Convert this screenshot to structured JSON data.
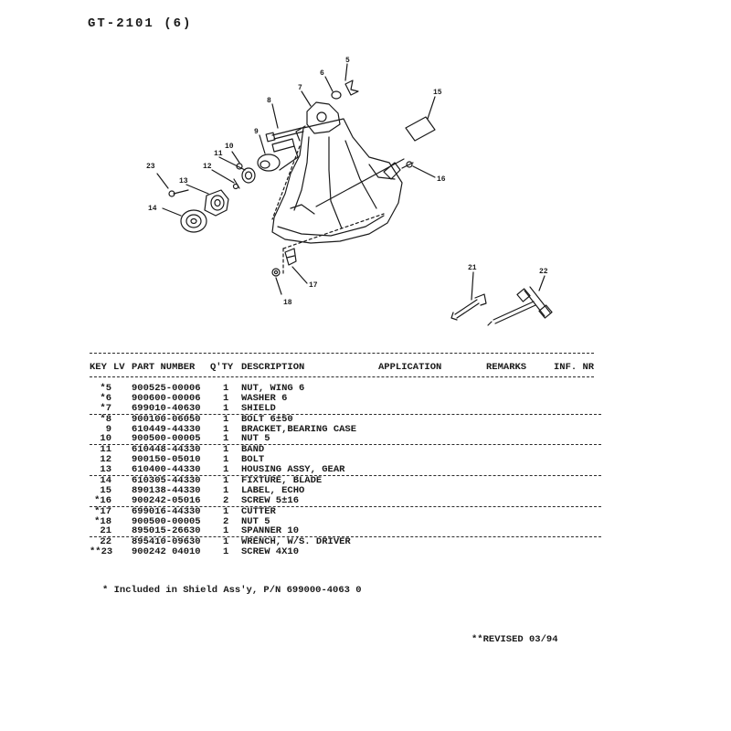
{
  "page_code": "GT-2101  (6)",
  "diagram": {
    "callouts": {
      "c5": "5",
      "c6": "6",
      "c7": "7",
      "c8": "8",
      "c9": "9",
      "c10": "10",
      "c11": "11",
      "c12": "12",
      "c13": "13",
      "c14": "14",
      "c15": "15",
      "c16": "16",
      "c17": "17",
      "c18": "18",
      "c21": "21",
      "c22": "22",
      "c23": "23"
    }
  },
  "table": {
    "headers": {
      "key": "KEY",
      "lv": "LV",
      "part_number": "PART NUMBER",
      "qty": "Q'TY",
      "description": "DESCRIPTION",
      "application": "APPLICATION",
      "remarks": "REMARKS",
      "inf_nr": "INF. NR"
    },
    "rows": [
      {
        "key": "*5",
        "part": "900525-00006",
        "qty": "1",
        "desc": "NUT, WING  6"
      },
      {
        "key": "*6",
        "part": "900600-00006",
        "qty": "1",
        "desc": "WASHER  6"
      },
      {
        "key": "*7",
        "part": "699010-40630",
        "qty": "1",
        "desc": "SHIELD"
      },
      {
        "key": "*8",
        "part": "900100-06050",
        "qty": "1",
        "desc": "BOLT  6±50"
      },
      {
        "key": "9",
        "part": "610449-44330",
        "qty": "1",
        "desc": "BRACKET,BEARING CASE"
      },
      {
        "key": "10",
        "part": "900500-00005",
        "qty": "1",
        "desc": "NUT  5"
      },
      {
        "key": "11",
        "part": "610448-44330",
        "qty": "1",
        "desc": "BAND"
      },
      {
        "key": "12",
        "part": "900150-05010",
        "qty": "1",
        "desc": "BOLT"
      },
      {
        "key": "13",
        "part": "610400-44330",
        "qty": "1",
        "desc": "HOUSING ASSY, GEAR"
      },
      {
        "key": "14",
        "part": "610305-44330",
        "qty": "1",
        "desc": "FIXTURE, BLADE"
      },
      {
        "key": "15",
        "part": "890138-44330",
        "qty": "1",
        "desc": "LABEL, ECHO"
      },
      {
        "key": "*16",
        "part": "900242-05016",
        "qty": "2",
        "desc": "SCREW  5±16"
      },
      {
        "key": "*17",
        "part": "699016-44330",
        "qty": "1",
        "desc": "CUTTER"
      },
      {
        "key": "*18",
        "part": "900500-00005",
        "qty": "2",
        "desc": "NUT  5"
      },
      {
        "key": "21",
        "part": "895015-26630",
        "qty": "1",
        "desc": "SPANNER  10"
      },
      {
        "key": "22",
        "part": "895410-09630",
        "qty": "1",
        "desc": "WRENCH, W/S. DRIVER"
      },
      {
        "key": "**23",
        "part": "900242 04010",
        "qty": "1",
        "desc": "SCREW  4X10"
      }
    ]
  },
  "footnote": "* Included in Shield Ass'y, P/N  699000-4063 0",
  "revised": "**REVISED  03/94"
}
